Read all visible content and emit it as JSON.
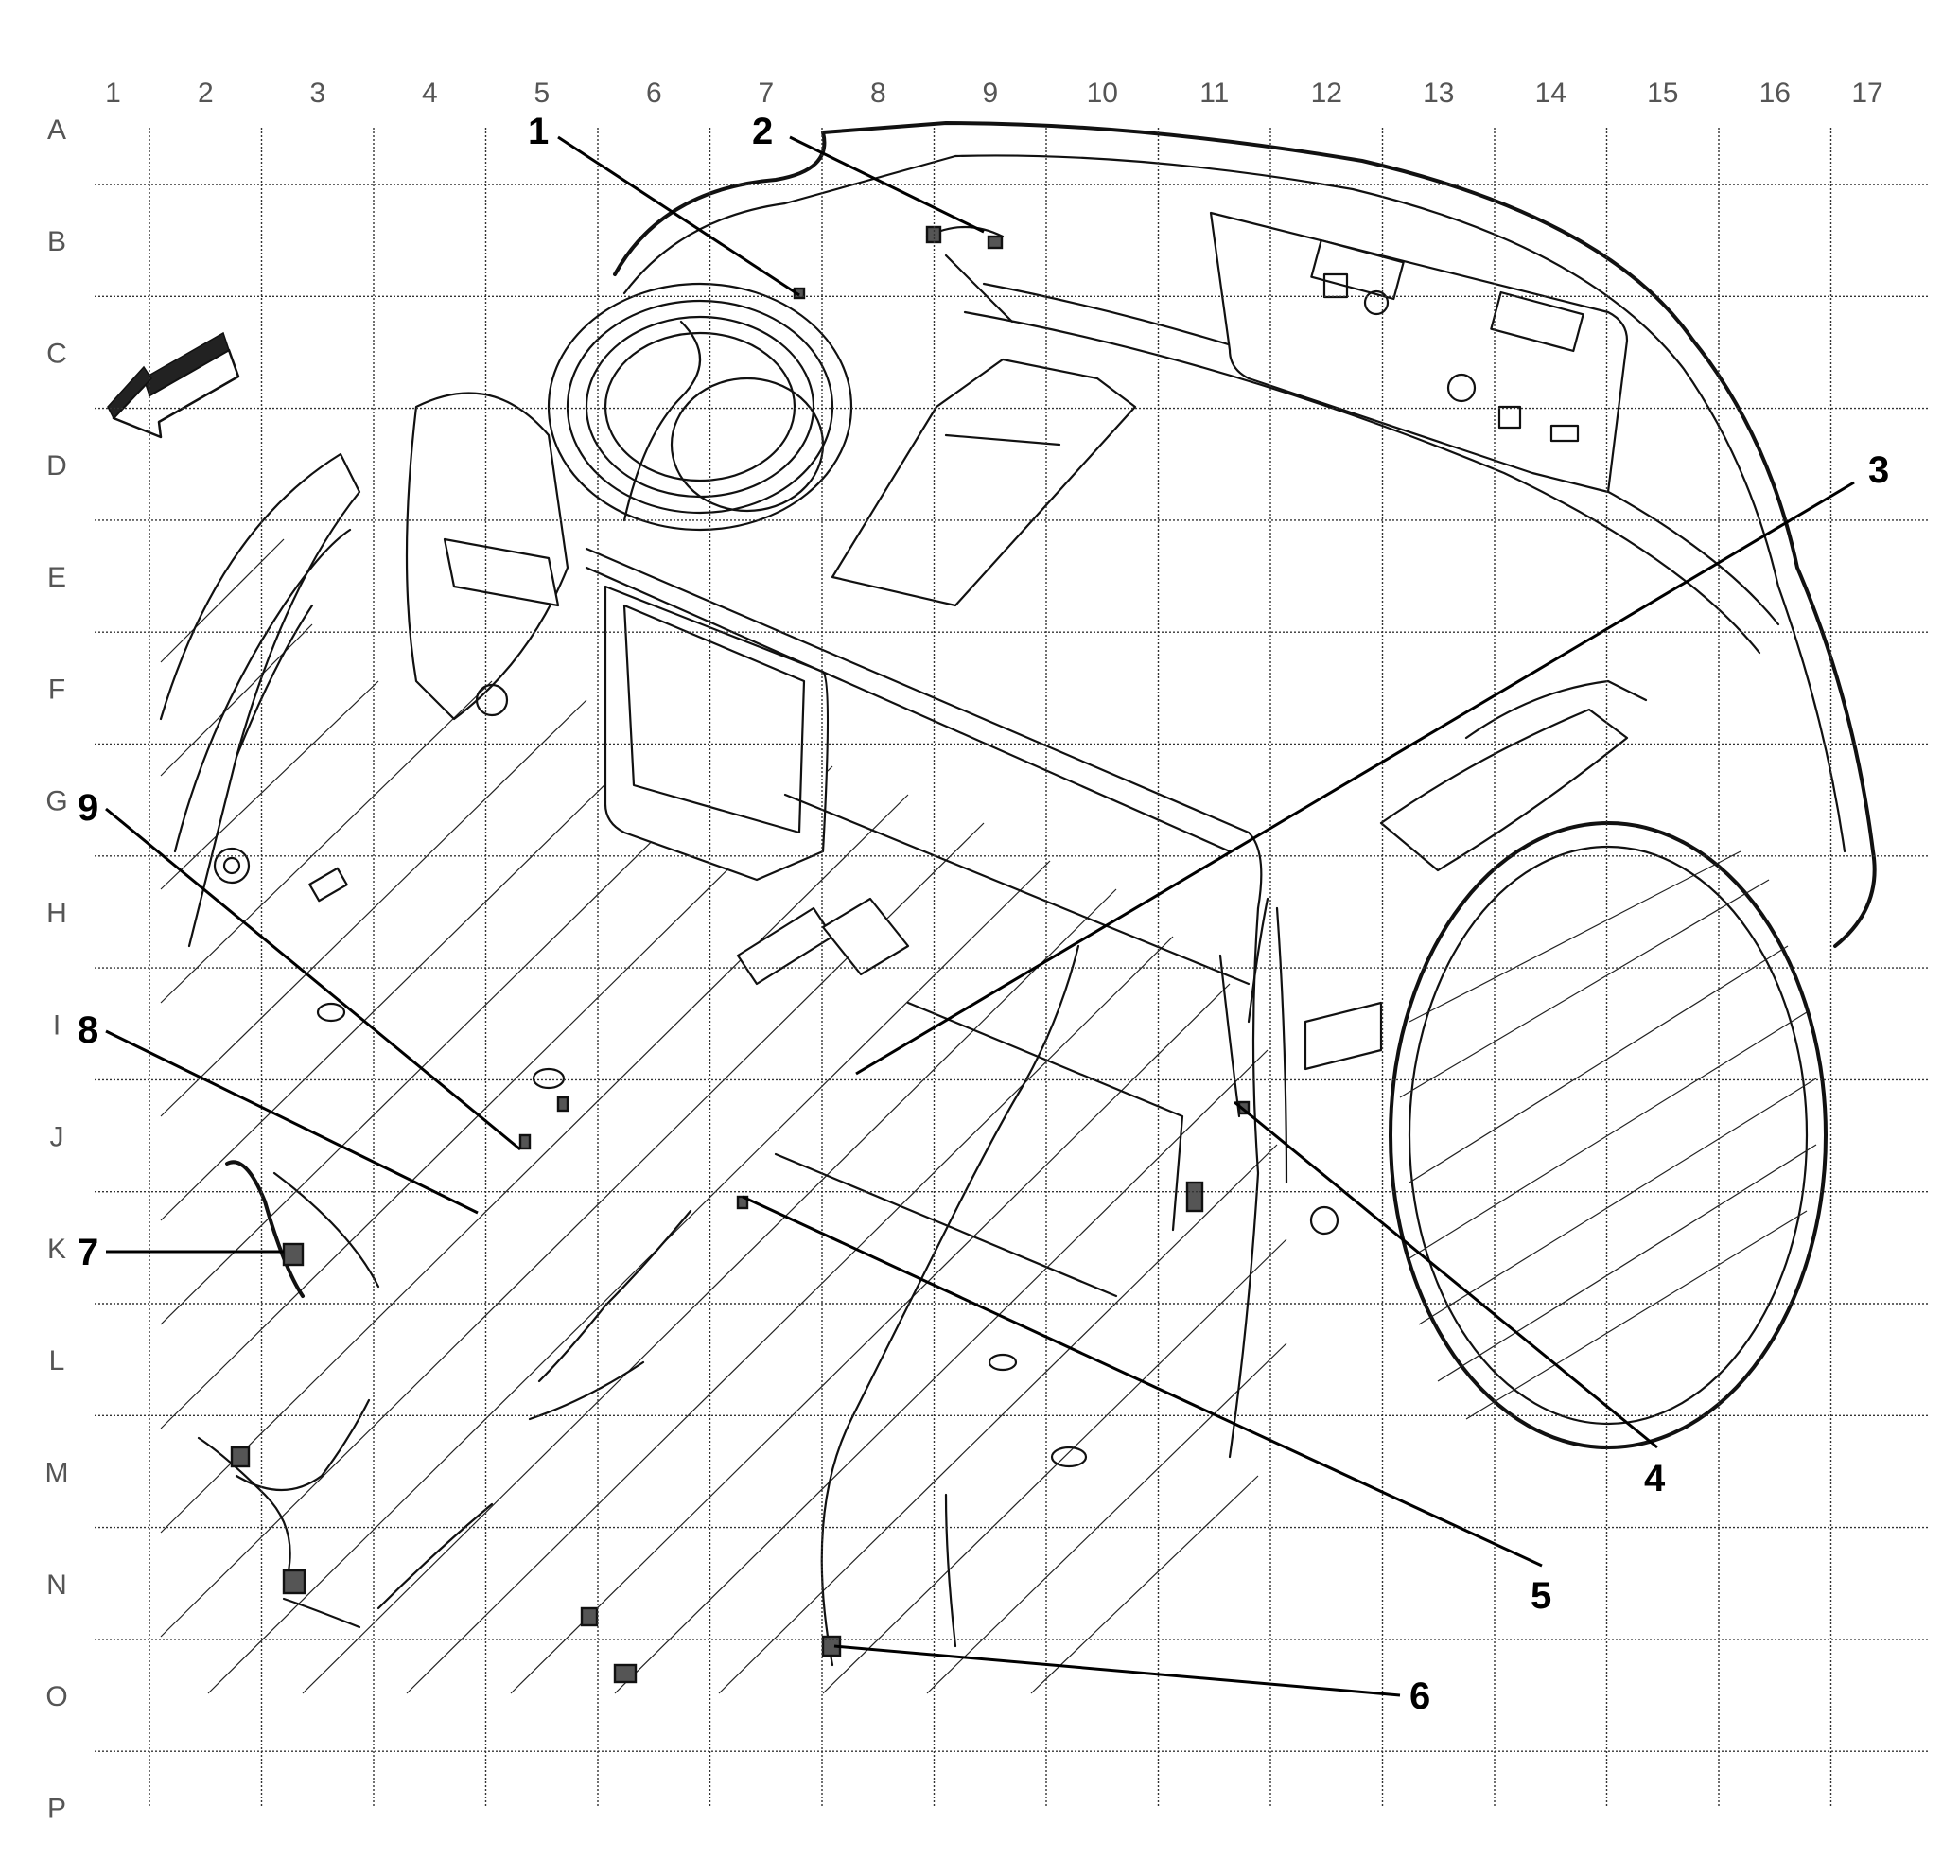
{
  "grid": {
    "columns": [
      "1",
      "2",
      "3",
      "4",
      "5",
      "6",
      "7",
      "8",
      "9",
      "10",
      "11",
      "12",
      "13",
      "14",
      "15",
      "16",
      "17"
    ],
    "rows": [
      "A",
      "B",
      "C",
      "D",
      "E",
      "F",
      "G",
      "H",
      "I",
      "J",
      "K",
      "L",
      "M",
      "N",
      "O",
      "P"
    ]
  },
  "callouts": [
    {
      "id": "c1",
      "label": "1"
    },
    {
      "id": "c2",
      "label": "2"
    },
    {
      "id": "c3",
      "label": "3"
    },
    {
      "id": "c4",
      "label": "4"
    },
    {
      "id": "c5",
      "label": "5"
    },
    {
      "id": "c6",
      "label": "6"
    },
    {
      "id": "c7",
      "label": "7"
    },
    {
      "id": "c8",
      "label": "8"
    },
    {
      "id": "c9",
      "label": "9"
    }
  ],
  "icons": {
    "direction_arrow": "front-direction-arrow-icon"
  },
  "colors": {
    "line": "#111111",
    "grid": "#333333",
    "background": "#ffffff"
  }
}
